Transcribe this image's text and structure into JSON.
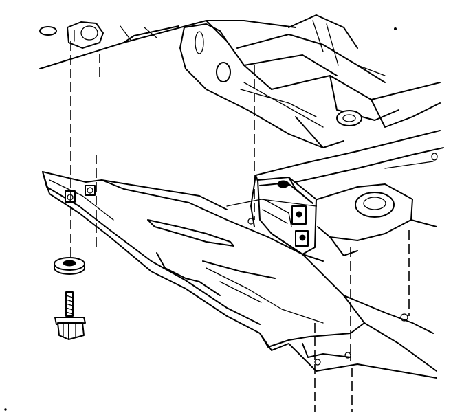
{
  "figure": {
    "subject": "fastener-installation-line-drawing",
    "colors": {
      "line": "#000000",
      "background": "#ffffff"
    },
    "parts": [
      "frame-rail",
      "crossmember",
      "skid-plate-shield",
      "washer",
      "bolt"
    ],
    "icons": [
      "bolt-icon",
      "washer-icon"
    ]
  }
}
